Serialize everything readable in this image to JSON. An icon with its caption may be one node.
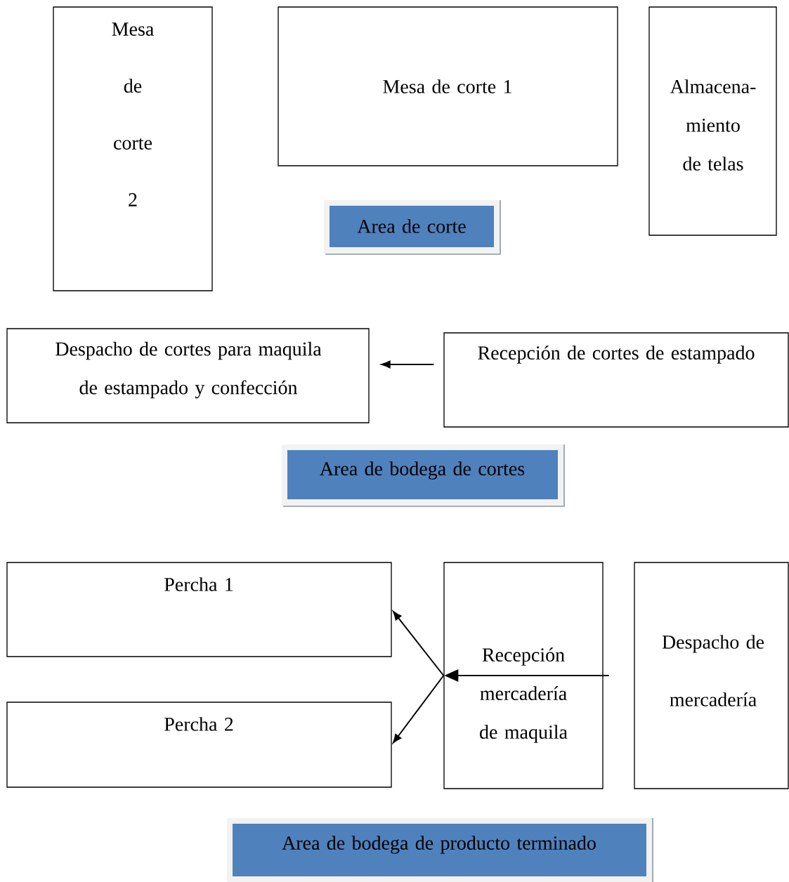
{
  "diagram": {
    "nodes": [
      {
        "text": [
          "Mesa de corte 2"
        ]
      },
      {
        "text": [
          "Mesa de corte 1"
        ]
      },
      {
        "text": [
          "Almacena- miento de telas"
        ]
      },
      {
        "text": [
          "Area de corte"
        ]
      },
      {
        "text": [
          "Despacho de cortes para maquila de estampado y confección"
        ]
      },
      {
        "text": [
          "Recepción de cortes de estampado"
        ]
      },
      {
        "text": [
          "Area de bodega de cortes"
        ]
      },
      {
        "text": [
          "Percha 1"
        ]
      },
      {
        "text": [
          "Percha 2"
        ]
      },
      {
        "text": [
          "Recepción mercadería de maquila"
        ]
      },
      {
        "text": [
          "Despacho de mercadería"
        ]
      },
      {
        "text": [
          "Area de bodega de producto terminado"
        ]
      }
    ],
    "edges": [
      {
        "from": 5,
        "to": 4,
        "arrow": "to"
      },
      {
        "from": 9,
        "to": 7,
        "arrow": "to"
      },
      {
        "from": 9,
        "to": 8,
        "arrow": "to"
      },
      {
        "from": null,
        "to": 9,
        "arrow": "to"
      }
    ]
  }
}
